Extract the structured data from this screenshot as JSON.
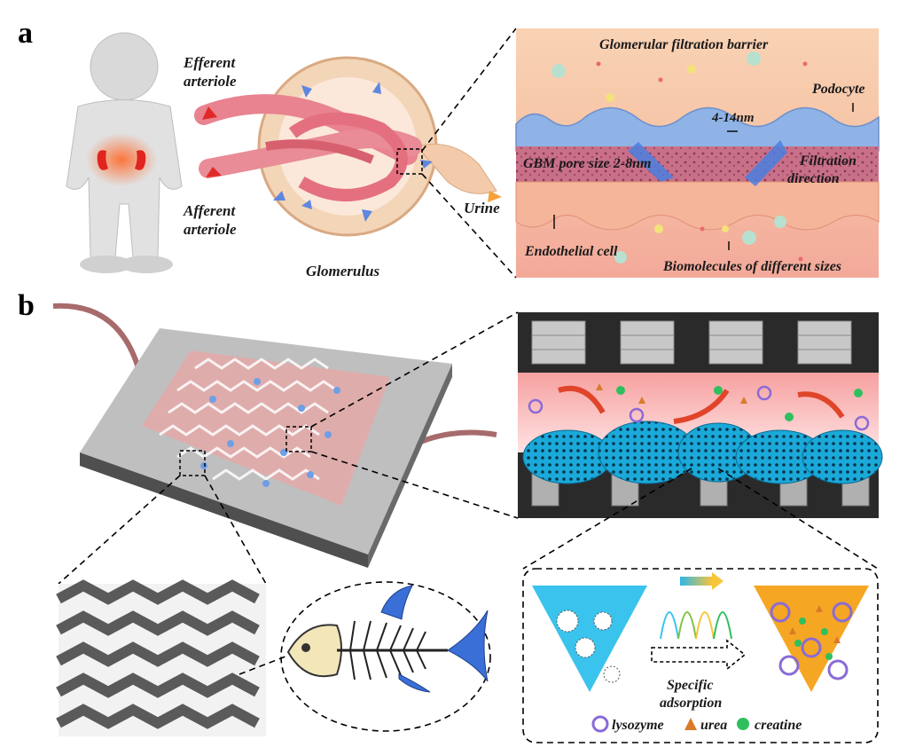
{
  "panel_a": {
    "letter": "a",
    "efferent_line1": "Efferent",
    "efferent_line2": "arteriole",
    "afferent_line1": "Afferent",
    "afferent_line2": "arteriole",
    "glomerulus": "Glomerulus",
    "urine": "Urine",
    "barrier_title": "Glomerular filtration barrier",
    "podocyte": "Podocyte",
    "pore_gap": "4-14nm",
    "gbm_pore": "GBM pore size 2-8nm",
    "filtration_line1": "Filtration",
    "filtration_line2": "direction",
    "endothelial": "Endothelial cell",
    "biomolecules": "Biomolecules of different sizes"
  },
  "panel_b": {
    "letter": "b",
    "specific_line1": "Specific",
    "specific_line2": "adsorption",
    "legend_lysozyme": "lysozyme",
    "legend_urea": "urea",
    "legend_creatine": "creatine"
  },
  "colors": {
    "barrier_bg": "#f7c9a8",
    "podocyte": "#8fb3e6",
    "gbm": "#c46b86",
    "endothelial": "#f4b59a",
    "chip_red": "#e88c8c",
    "sphere_blue": "#1aa9d9",
    "triangle_blue": "#3ac3ec",
    "triangle_orange": "#f5a623"
  }
}
